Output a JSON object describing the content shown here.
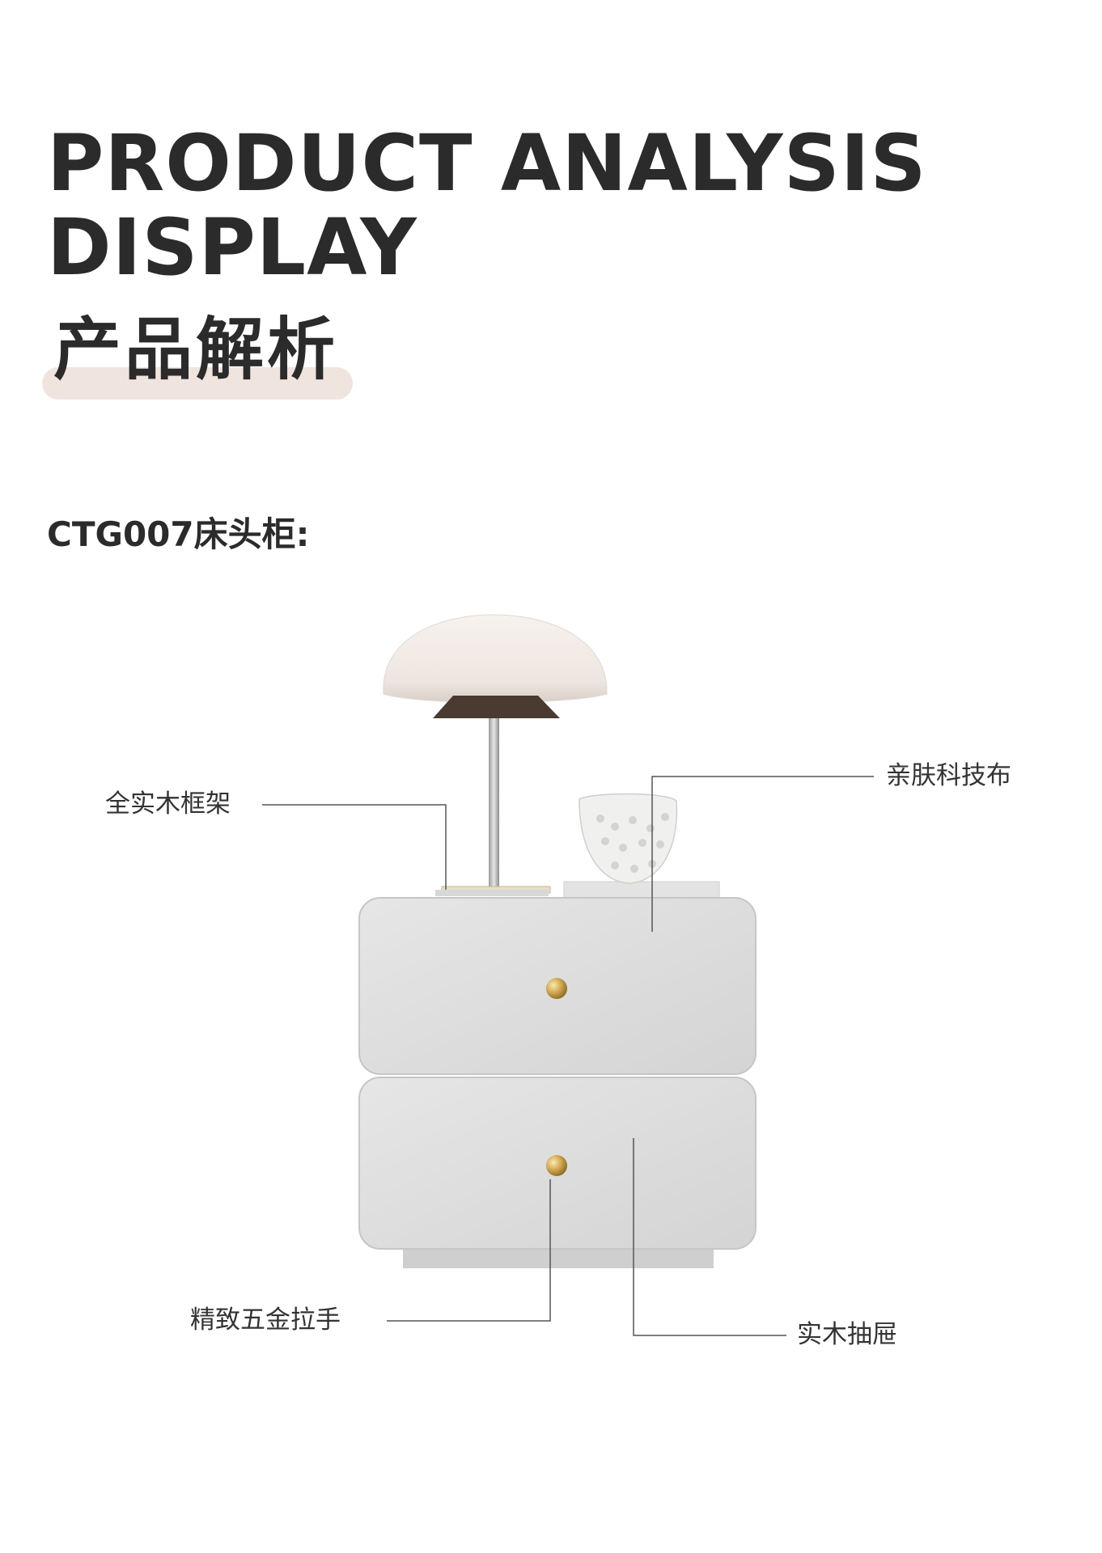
{
  "heading": {
    "line1": "PRODUCT ANALYSIS",
    "line2": "DISPLAY",
    "chinese": "产品解析"
  },
  "product_label": "CTG007床头柜:",
  "callouts": {
    "frame": "全实木框架",
    "fabric": "亲肤科技布",
    "hardware": "精致五金拉手",
    "drawer": "实木抽屉"
  },
  "colors": {
    "text": "#2b2b2b",
    "accent_bar": "#efe4de",
    "cabinet": "#dcdcdc",
    "knob": "#c9a24a"
  }
}
